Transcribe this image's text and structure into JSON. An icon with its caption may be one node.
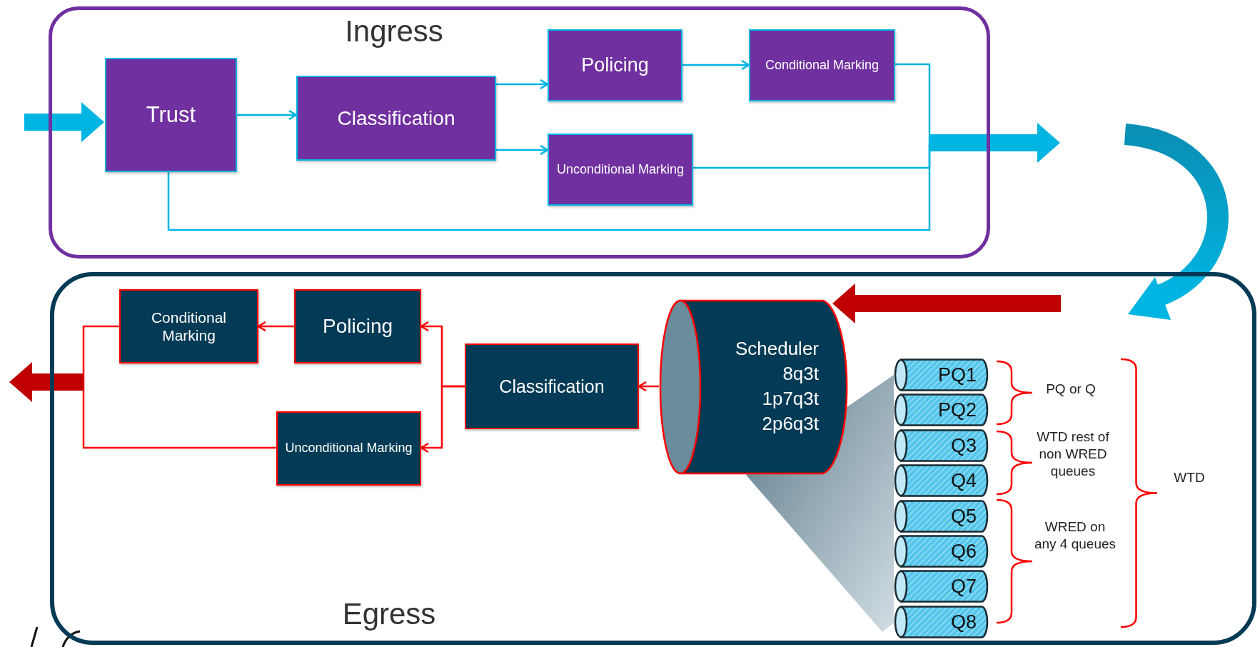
{
  "diagram": {
    "nodes": [
      {
        "text": [
          "Ingress"
        ]
      },
      {
        "text": [
          "Trust"
        ],
        "in": 0
      },
      {
        "text": [
          "Classification"
        ],
        "in": 0
      },
      {
        "text": [
          "Policing"
        ],
        "in": 0
      },
      {
        "text": [
          "Conditional Marking"
        ],
        "in": 0
      },
      {
        "text": [
          "Unconditional Marking"
        ],
        "in": 0
      },
      {
        "text": [
          "Egress"
        ]
      },
      {
        "text": [
          "Conditional Marking"
        ],
        "in": 6
      },
      {
        "text": [
          "Policing"
        ],
        "in": 6
      },
      {
        "text": [
          "Unconditional Marking"
        ],
        "in": 6
      },
      {
        "text": [
          "Classification"
        ],
        "in": 6
      },
      {
        "text": [
          "Scheduler",
          "8q3t",
          "1p7q3t",
          "2p6q3t"
        ],
        "in": 6
      },
      {
        "text": [
          "PQ1"
        ],
        "in": 6
      },
      {
        "text": [
          "PQ2"
        ],
        "in": 6
      },
      {
        "text": [
          "Q3"
        ],
        "in": 6
      },
      {
        "text": [
          "Q4"
        ],
        "in": 6
      },
      {
        "text": [
          "Q5"
        ],
        "in": 6
      },
      {
        "text": [
          "Q6"
        ],
        "in": 6
      },
      {
        "text": [
          "Q7"
        ],
        "in": 6
      },
      {
        "text": [
          "Q8"
        ],
        "in": 6
      }
    ],
    "edges": [
      {
        "from": null,
        "to": 1,
        "arrow": "to",
        "style": "thick"
      },
      {
        "from": 1,
        "to": 2,
        "arrow": "to"
      },
      {
        "from": 2,
        "to": 3,
        "arrow": "to"
      },
      {
        "from": 2,
        "to": 5,
        "arrow": "to"
      },
      {
        "from": 3,
        "to": 4,
        "arrow": "to"
      },
      {
        "from": 4,
        "to": null,
        "arrow": "to"
      },
      {
        "from": 5,
        "to": null,
        "arrow": "to"
      },
      {
        "from": 1,
        "to": null,
        "arrow": "to"
      },
      {
        "from": null,
        "to": 11,
        "arrow": "to",
        "style": "thick",
        "color": "#c00000"
      },
      {
        "from": 11,
        "to": 10,
        "arrow": "to",
        "color": "#ff0000"
      },
      {
        "from": 10,
        "to": 8,
        "arrow": "to",
        "color": "#ff0000"
      },
      {
        "from": 10,
        "to": 9,
        "arrow": "to",
        "color": "#ff0000"
      },
      {
        "from": 8,
        "to": 7,
        "arrow": "to",
        "color": "#ff0000"
      },
      {
        "from": 7,
        "to": null,
        "arrow": "to",
        "color": "#ff0000"
      },
      {
        "from": 9,
        "to": null,
        "arrow": "to",
        "color": "#ff0000"
      }
    ],
    "labels": [
      "PQ or Q",
      "WTD rest of non WRED queues",
      "WRED on any 4 queues",
      "WTD"
    ]
  }
}
